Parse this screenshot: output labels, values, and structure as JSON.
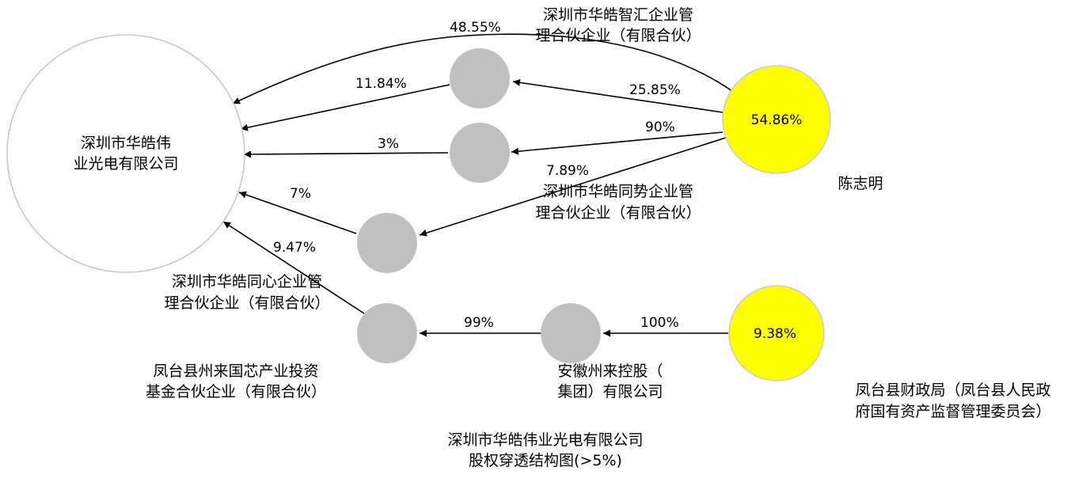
{
  "diagram": {
    "title_line1": "深圳市华皓伟业光电有限公司",
    "title_line2": "股权穿透结构图(>5%)",
    "colors": {
      "gray": "#c0c0c0",
      "yellow": "#ffff00",
      "target_stroke": "#c8c8c8",
      "yellow_stroke": "#cccccc"
    },
    "nodes": {
      "target": {
        "lines": [
          "深圳市华皓伟",
          "业光电有限公司"
        ]
      },
      "zhihui": {
        "lines": [
          "深圳市华皓智汇企业管",
          "理合伙企业（有限合伙）"
        ]
      },
      "tongshi": {
        "lines": [
          "深圳市华皓同势企业管",
          "理合伙企业（有限合伙）"
        ]
      },
      "tongxin": {
        "lines": [
          "深圳市华皓同心企业管",
          "理合伙企业（有限合伙）"
        ]
      },
      "fengtai_fund": {
        "lines": [
          "凤台县州来国芯产业投资",
          "基金合伙企业（有限合伙）"
        ]
      },
      "anhui": {
        "lines": [
          "安徽州来控股（",
          "集团）有限公司"
        ]
      },
      "chen": {
        "lines": [
          "陈志明"
        ],
        "inner": "54.86%"
      },
      "czj": {
        "lines": [
          "凤台县财政局（凤台县人民政",
          "府国有资产监督管理委员会）"
        ],
        "inner": "9.38%"
      }
    },
    "edges": [
      {
        "id": "chen-target",
        "label": "48.55%"
      },
      {
        "id": "zhihui-target",
        "label": "11.84%"
      },
      {
        "id": "chen-zhihui",
        "label": "25.85%"
      },
      {
        "id": "tongshi-target",
        "label": "3%"
      },
      {
        "id": "chen-tongshi",
        "label": "90%"
      },
      {
        "id": "chen-tongxin",
        "label": "7.89%"
      },
      {
        "id": "tongxin-target",
        "label": "7%"
      },
      {
        "id": "fund-target",
        "label": "9.47%"
      },
      {
        "id": "anhui-fund",
        "label": "99%"
      },
      {
        "id": "czj-anhui",
        "label": "100%"
      }
    ]
  }
}
